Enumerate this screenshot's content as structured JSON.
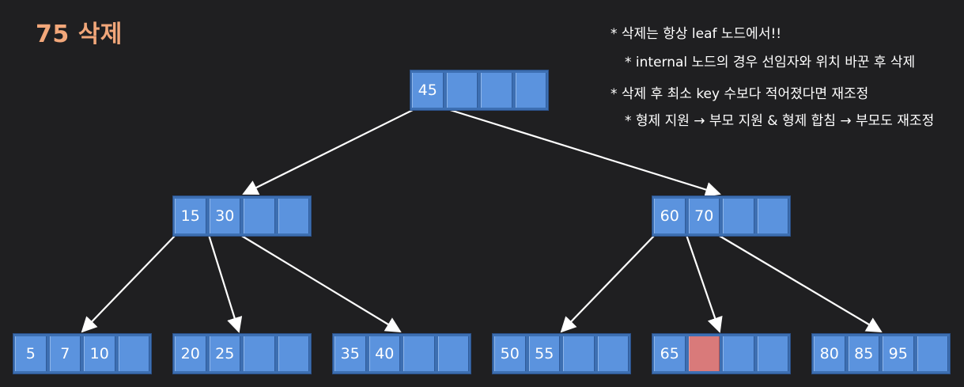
{
  "title": "75 삭제",
  "notes": [
    "* 삭제는 항상 leaf 노드에서!!",
    "* internal 노드의 경우 선임자와 위치 바꾼 후 삭제",
    "* 삭제 후 최소 key 수보다 적어졌다면 재조정",
    "* 형제 지원 → 부모 지원 & 형제 합침 → 부모도 재조정"
  ],
  "colors": {
    "background": "#1f1f21",
    "title": "#f2a77a",
    "node_cell": "#5b93de",
    "node_frame": "#3d6fb2",
    "removed_cell": "#d97a7a",
    "edge": "#ffffff"
  },
  "tree": {
    "root": {
      "id": "root",
      "keys": [
        "45",
        "",
        "",
        ""
      ],
      "children": [
        "n15_30",
        "n60_70"
      ]
    },
    "internal": [
      {
        "id": "n15_30",
        "keys": [
          "15",
          "30",
          "",
          ""
        ],
        "children": [
          "l5_7_10",
          "l20_25",
          "l35_40"
        ]
      },
      {
        "id": "n60_70",
        "keys": [
          "60",
          "70",
          "",
          ""
        ],
        "children": [
          "l50_55",
          "l65",
          "l80_85_95"
        ]
      }
    ],
    "leaves": [
      {
        "id": "l5_7_10",
        "keys": [
          "5",
          "7",
          "10",
          ""
        ]
      },
      {
        "id": "l20_25",
        "keys": [
          "20",
          "25",
          "",
          ""
        ]
      },
      {
        "id": "l35_40",
        "keys": [
          "35",
          "40",
          "",
          ""
        ]
      },
      {
        "id": "l50_55",
        "keys": [
          "50",
          "55",
          "",
          ""
        ]
      },
      {
        "id": "l65",
        "keys": [
          "65",
          "",
          "",
          ""
        ],
        "removed_slot": 1
      },
      {
        "id": "l80_85_95",
        "keys": [
          "80",
          "85",
          "95",
          ""
        ]
      }
    ]
  }
}
